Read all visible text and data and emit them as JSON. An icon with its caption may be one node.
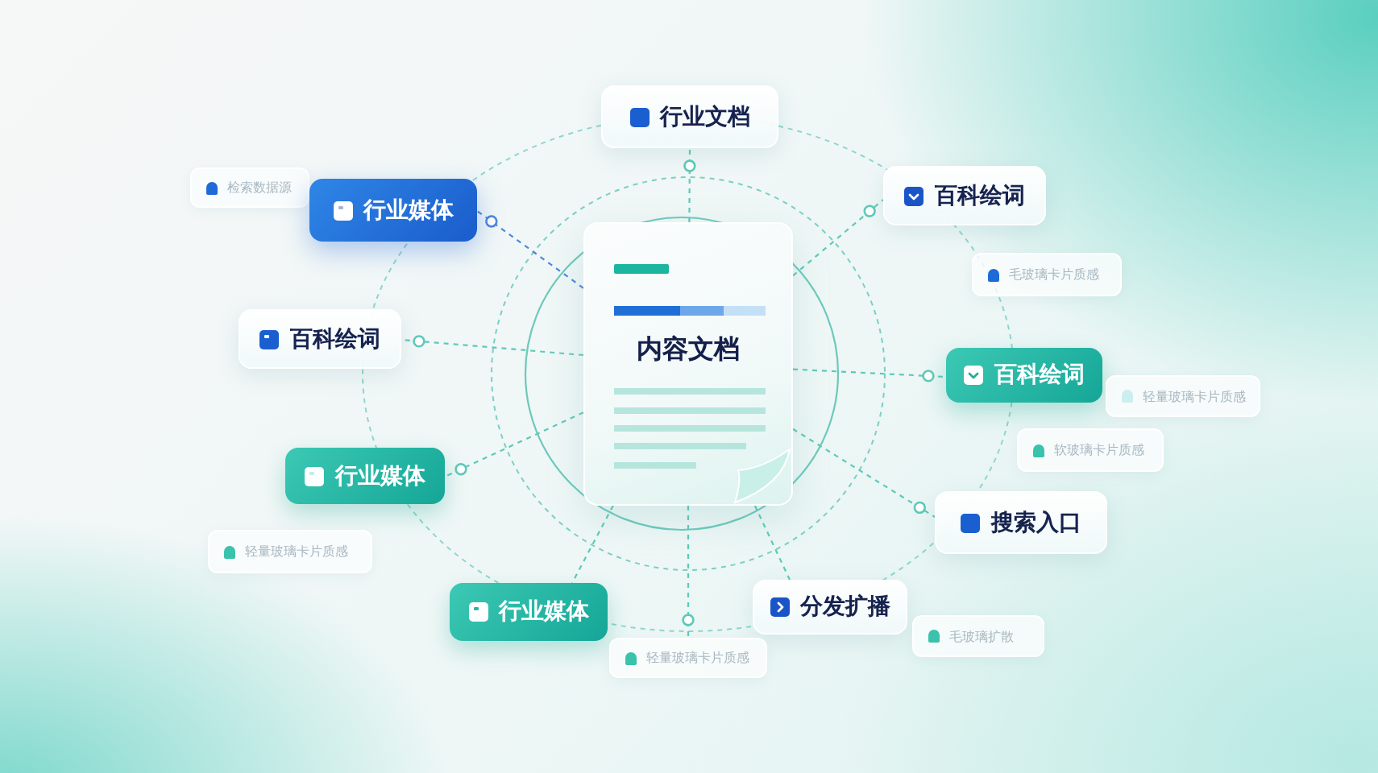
{
  "diagram": {
    "nodes": [
      {
        "text": [
          "行业文档"
        ]
      },
      {
        "text": [
          "检索数据源"
        ]
      },
      {
        "text": [
          "行业媒体"
        ]
      },
      {
        "text": [
          "百科绘词"
        ]
      },
      {
        "text": [
          "毛玻璃卡片质感"
        ]
      },
      {
        "text": [
          "内容文档"
        ]
      },
      {
        "text": [
          "百科绘词"
        ]
      },
      {
        "text": [
          "百科绘词"
        ]
      },
      {
        "text": [
          "轻量玻璃卡片质感"
        ]
      },
      {
        "text": [
          "软玻璃卡片质感"
        ]
      },
      {
        "text": [
          "行业媒体"
        ]
      },
      {
        "text": [
          "搜索入口"
        ]
      },
      {
        "text": [
          "轻量玻璃卡片质感"
        ]
      },
      {
        "text": [
          "行业媒体"
        ]
      },
      {
        "text": [
          "分发扩播"
        ]
      },
      {
        "text": [
          "毛玻璃扩散"
        ]
      },
      {
        "text": [
          "轻量玻璃卡片质感"
        ]
      }
    ],
    "edges": [
      {
        "from": 5,
        "to": 0,
        "arrow": "other",
        "style": "dashed"
      },
      {
        "from": 5,
        "to": 2,
        "arrow": "other",
        "style": "dashed",
        "color": "#4d86dc"
      },
      {
        "from": 5,
        "to": 3,
        "arrow": "other",
        "style": "dashed"
      },
      {
        "from": 5,
        "to": 6,
        "arrow": "other",
        "style": "dashed"
      },
      {
        "from": 5,
        "to": 7,
        "arrow": "other",
        "style": "dashed"
      },
      {
        "from": 5,
        "to": 10,
        "arrow": "other",
        "style": "dashed"
      },
      {
        "from": 5,
        "to": 11,
        "arrow": "other",
        "style": "dashed"
      },
      {
        "from": 5,
        "to": 13,
        "arrow": "none",
        "style": "dashed"
      },
      {
        "from": 5,
        "to": 16,
        "arrow": "other",
        "style": "dashed"
      },
      {
        "from": 5,
        "to": 14,
        "arrow": "none",
        "style": "dashed"
      }
    ]
  }
}
